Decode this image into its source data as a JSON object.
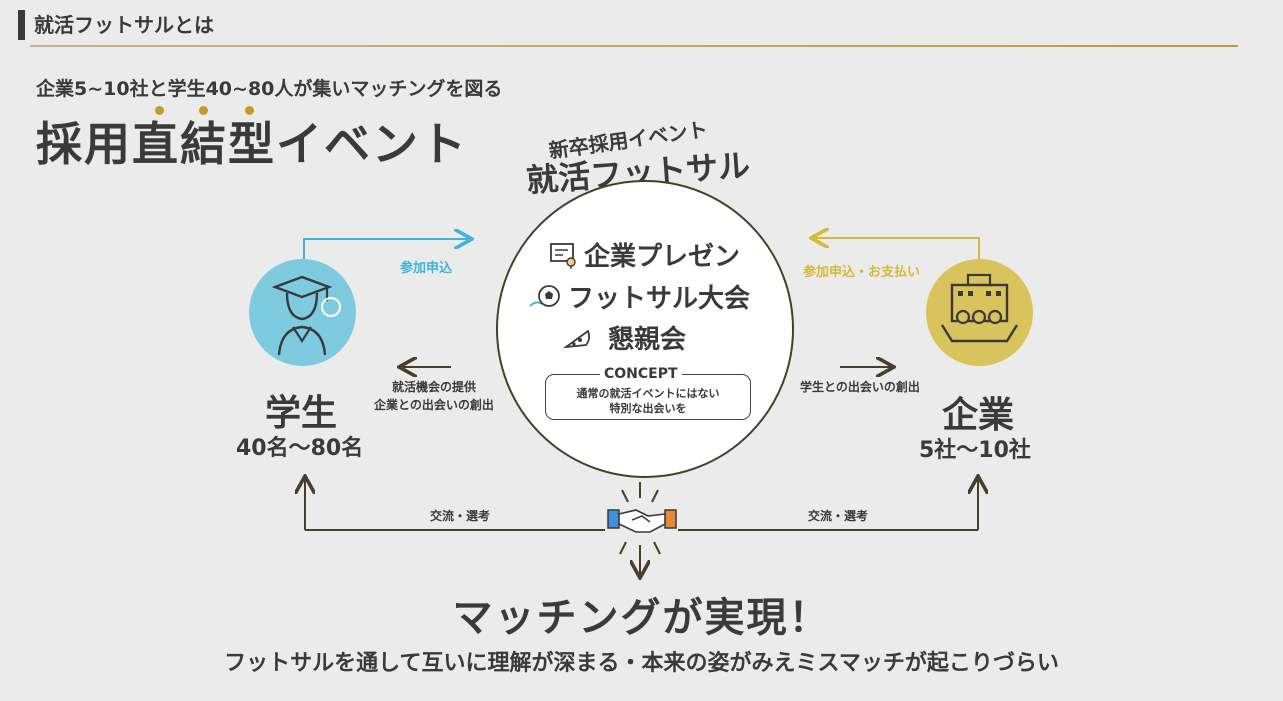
{
  "header": {
    "section_title": "就活フットサルとは"
  },
  "intro": {
    "subhead": "企業5~10社と学生40~80人が集いマッチングを図る",
    "headline": "採用直結型イベント"
  },
  "event": {
    "arc_small": "新卒採用イベント",
    "arc_large": "就活フットサル",
    "items": [
      {
        "label": "企業プレゼン",
        "icon": "presentation-icon"
      },
      {
        "label": "フットサル大会",
        "icon": "soccer-ball-icon"
      },
      {
        "label": "懇親会",
        "icon": "pizza-icon"
      }
    ],
    "concept_title": "CONCEPT",
    "concept_line1": "通常の就活イベントにはない",
    "concept_line2": "特別な出会いを"
  },
  "student": {
    "label": "学生",
    "count": "40名〜80名",
    "apply_label": "参加申込",
    "benefit_line1": "就活機会の提供",
    "benefit_line2": "企業との出会いの創出",
    "icon": "graduate-icon",
    "color": "#7ecbe0"
  },
  "company": {
    "label": "企業",
    "count": "5社〜10社",
    "apply_label": "参加申込・お支払い",
    "benefit_line1": "学生との出会いの創出",
    "icon": "company-building-icon",
    "color": "#d9c35c"
  },
  "flow": {
    "exchange_left": "交流・選考",
    "exchange_right": "交流・選考",
    "handshake_icon": "handshake-icon"
  },
  "result": {
    "title": "マッチングが実現！",
    "subtitle": "フットサルを通して互いに理解が深まる・本来の姿がみえミスマッチが起こりづらい"
  },
  "colors": {
    "accent_gold": "#c49a2c",
    "arrow_blue": "#3fb4d9",
    "arrow_yellow": "#d7b93a",
    "line_dark": "#45402a"
  }
}
